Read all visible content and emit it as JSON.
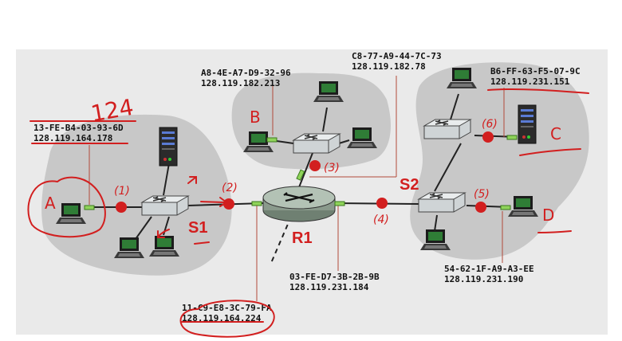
{
  "colors": {
    "panel": "#eaeaea",
    "blob": "#c8c8c8",
    "ink": "#222222",
    "interface_dot": "#d21f1f",
    "ink_annotation": "#d21f1f",
    "router_body": "#9aa99c"
  },
  "hosts": {
    "a": {
      "letter": "A",
      "mac": "13-FE-B4-03-93-6D",
      "ip": "128.119.164.178",
      "icon": "laptop-icon"
    },
    "b": {
      "letter": "B",
      "mac": "A8-4E-A7-D9-32-96",
      "ip": "128.119.182.213",
      "icon": "laptop-icon"
    },
    "c": {
      "letter": "C",
      "mac": "B6-FF-63-F5-07-9C",
      "ip": "128.119.231.151",
      "icon": "server-icon"
    },
    "d": {
      "letter": "D",
      "mac": "54-62-1F-A9-A3-EE",
      "ip": "128.119.231.190",
      "icon": "laptop-icon"
    }
  },
  "router_r1": {
    "left_mac": "11-C9-E8-3C-79-FA",
    "left_ip": "128.119.164.224",
    "top_mac": "C8-77-A9-44-7C-73",
    "top_ip": "128.119.182.78",
    "right_mac": "03-FE-D7-3B-2B-9B",
    "right_ip": "128.119.231.184"
  },
  "interfaces": [
    "(1)",
    "(2)",
    "(3)",
    "(4)",
    "(5)",
    "(6)"
  ],
  "labels": {
    "switch_s1": "S1",
    "switch_s2": "S2",
    "router": "R1",
    "scribble": "124"
  }
}
